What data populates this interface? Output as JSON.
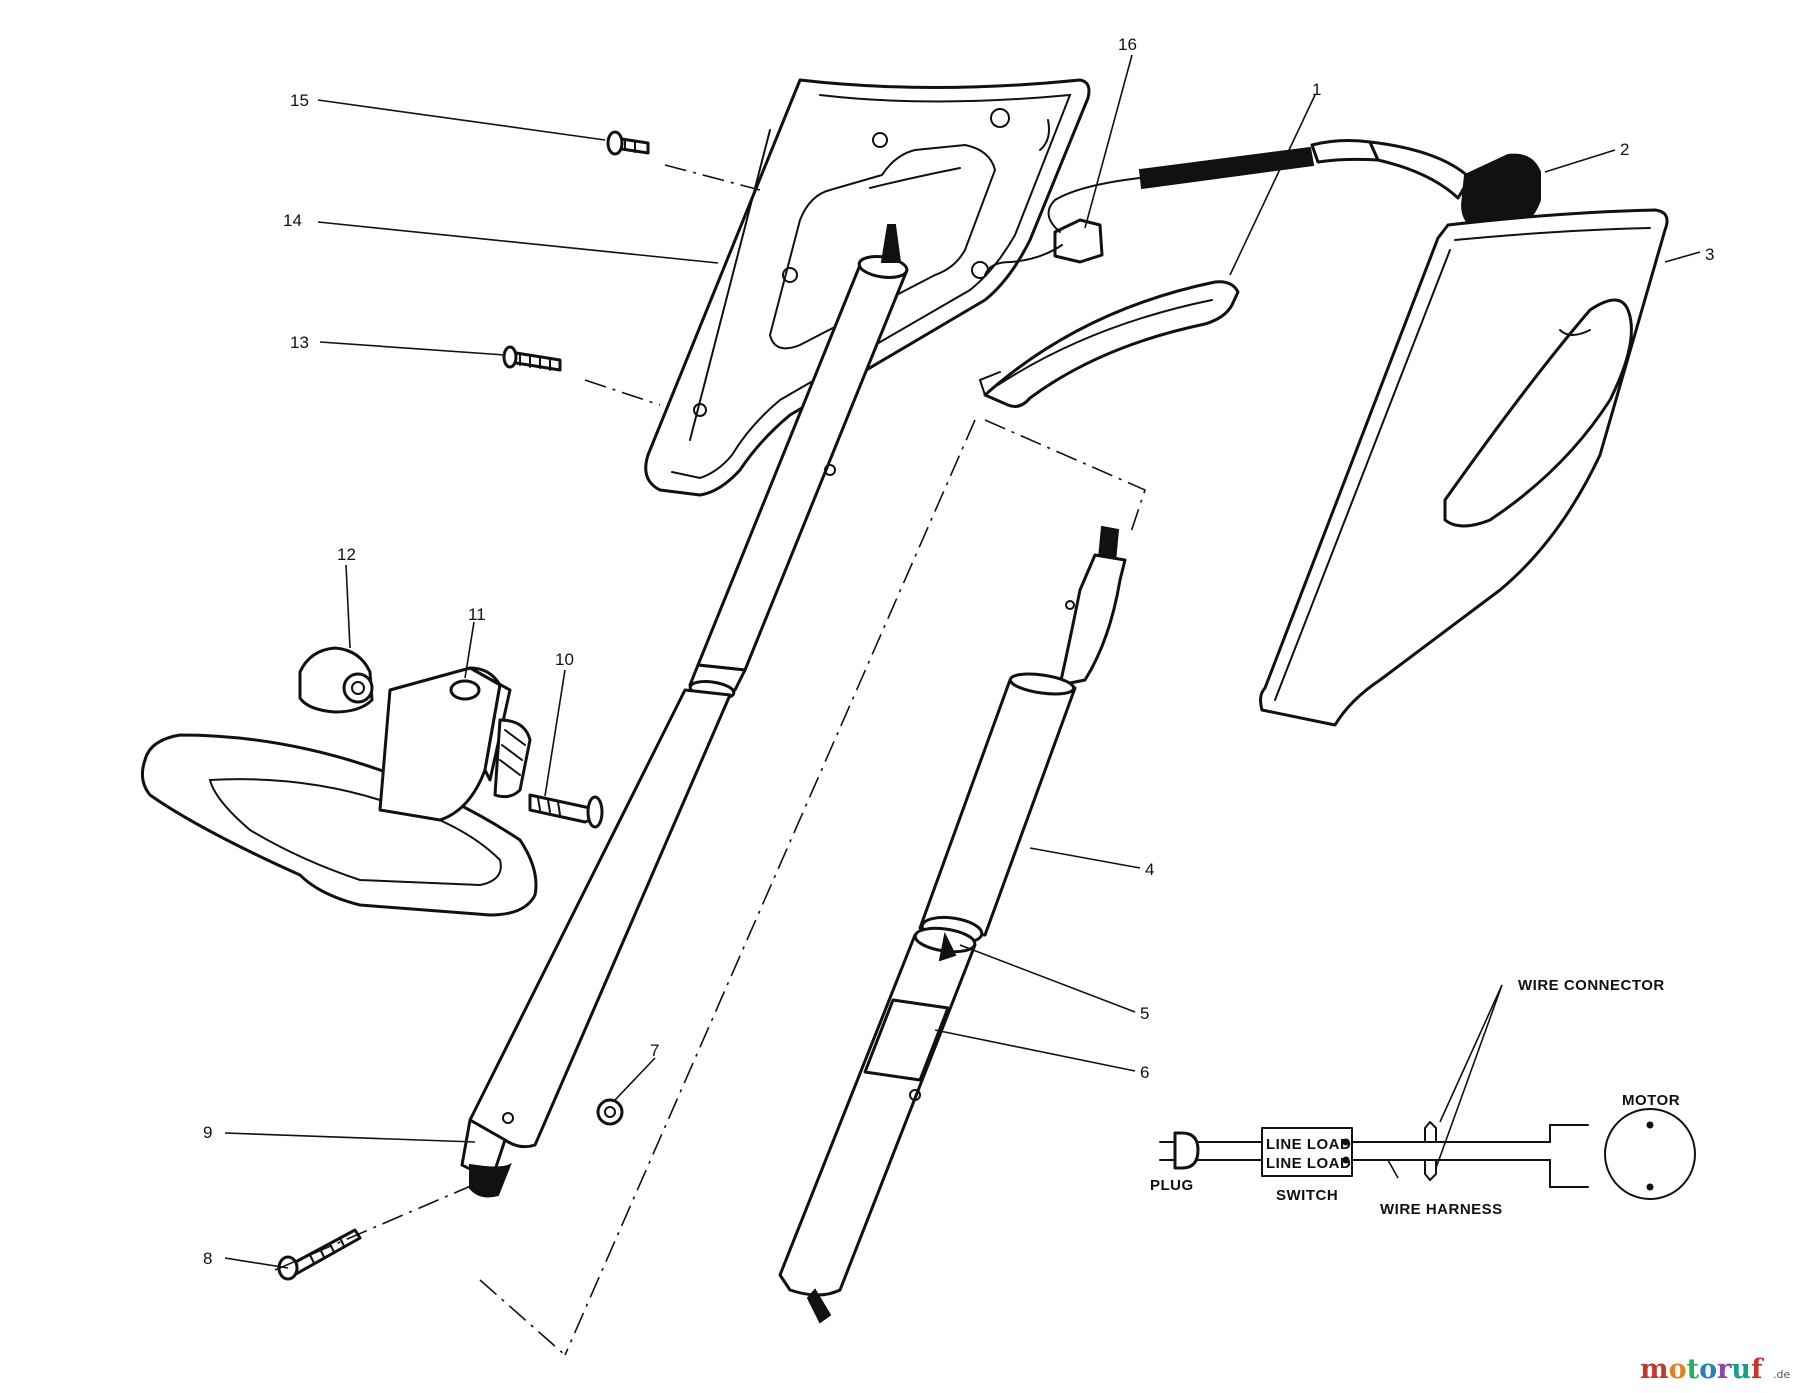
{
  "callouts": [
    "1",
    "2",
    "3",
    "4",
    "5",
    "6",
    "7",
    "8",
    "9",
    "10",
    "11",
    "12",
    "13",
    "14",
    "15",
    "16"
  ],
  "wiring": {
    "plug": "PLUG",
    "switch_top": "LINE LOAD",
    "switch_bottom": "LINE LOAD",
    "switch": "SWITCH",
    "wire_connector": "WIRE CONNECTOR",
    "wire_harness": "WIRE HARNESS",
    "motor": "MOTOR"
  },
  "watermark": {
    "letters": [
      "m",
      "o",
      "t",
      "o",
      "r",
      "u",
      "f"
    ],
    "colors": [
      "#c0392b",
      "#e67e22",
      "#27ae60",
      "#2980b9",
      "#8e44ad",
      "#16a085",
      "#c0392b"
    ],
    "suffix": ".de"
  }
}
